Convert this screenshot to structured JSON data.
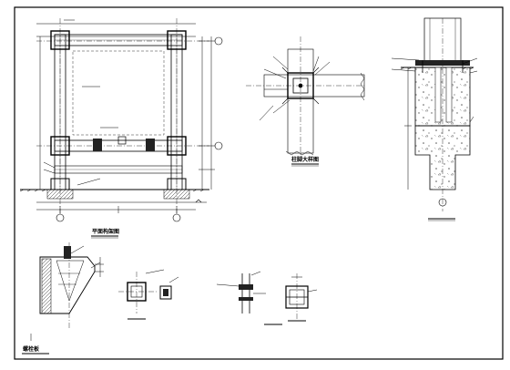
{
  "drawing": {
    "frame": {
      "stroke": "#000000"
    },
    "views": [
      {
        "id": "front-elevation",
        "caption": "平面构架图"
      },
      {
        "id": "column-top-detail",
        "caption": "柱脚大样图"
      },
      {
        "id": "column-section",
        "caption": ""
      },
      {
        "id": "bracket-detail",
        "caption": "螺栓板"
      },
      {
        "id": "pipe-section-detail",
        "caption": ""
      },
      {
        "id": "plate-detail-a",
        "caption": ""
      },
      {
        "id": "plate-detail-b",
        "caption": ""
      }
    ],
    "colors": {
      "line": "#000000",
      "center_line": "#333333",
      "hatch": "#444444"
    }
  }
}
